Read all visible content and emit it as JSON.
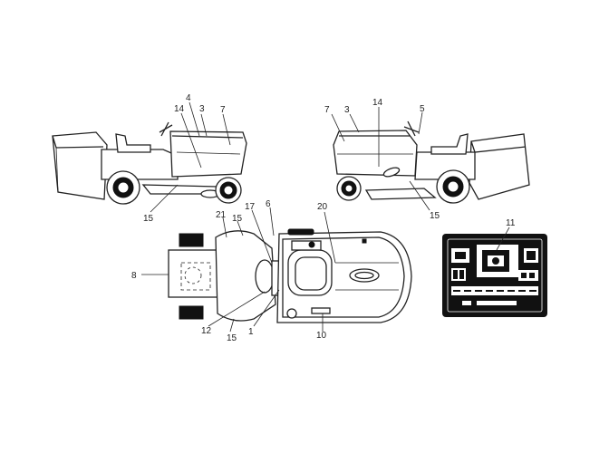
{
  "labels": {
    "l1": "1",
    "l3a": "3",
    "l3b": "3",
    "l4": "4",
    "l5": "5",
    "l6": "6",
    "l7a": "7",
    "l7b": "7",
    "l8": "8",
    "l10": "10",
    "l11": "11",
    "l12": "12",
    "l14a": "14",
    "l14b": "14",
    "l15a": "15",
    "l15b": "15",
    "l15c": "15",
    "l15d": "15",
    "l17": "17",
    "l20": "20",
    "l21": "21"
  }
}
